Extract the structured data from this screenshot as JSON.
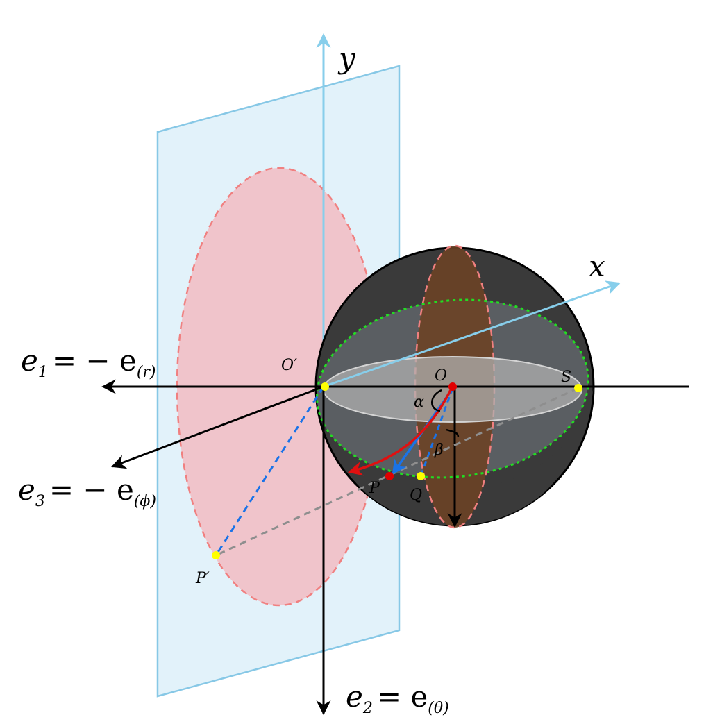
{
  "labels": {
    "y_axis": "y",
    "x_axis": "x",
    "e1_lhs": "e",
    "e1_lhs_sub": "1",
    "e1_rhs": "= − e",
    "e1_rhs_sub": "(r)",
    "e2_lhs": "e",
    "e2_lhs_sub": "2",
    "e2_rhs": "= e",
    "e2_rhs_sub": "(θ)",
    "e3_lhs": "e",
    "e3_lhs_sub": "3",
    "e3_rhs": "= − e",
    "e3_rhs_sub": "(ϕ)",
    "origin_prime": "O′",
    "origin": "O",
    "point_s": "S",
    "point_p": "P",
    "point_q": "Q",
    "point_p_prime": "P′",
    "angle_alpha": "α",
    "angle_beta": "β"
  },
  "colors": {
    "plane_fill": "#e2f2fa",
    "plane_stroke": "#87c8e6",
    "axis_light": "#87ceeb",
    "pink_disk": "#f0c4cb",
    "pink_dash": "#f08080",
    "sphere_dark": "#3a3a3a",
    "sphere_lower": "#565a5e",
    "brown_meridian": "#6b4226",
    "green_dash": "#22dd22",
    "equator_disk": "#9c9c9c",
    "blue_vector": "#1a73e8",
    "red_vector": "#e01010",
    "gray_dash": "#8e8e8e",
    "point_yellow": "#ffff00",
    "point_red": "#e00000"
  }
}
